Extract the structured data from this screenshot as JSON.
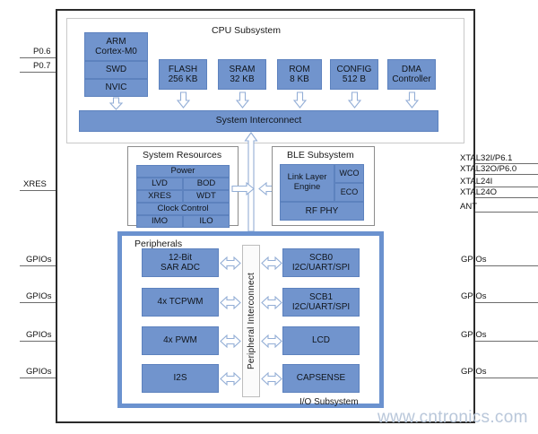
{
  "diagram": {
    "watermark": "www.cntronics.com"
  },
  "cpu_subsystem": {
    "title": "CPU Subsystem",
    "core": {
      "line1": "ARM",
      "line2": "Cortex-M0",
      "swd": "SWD",
      "nvic": "NVIC"
    },
    "memories": [
      {
        "line1": "FLASH",
        "line2": "256 KB"
      },
      {
        "line1": "SRAM",
        "line2": "32 KB"
      },
      {
        "line1": "ROM",
        "line2": "8 KB"
      },
      {
        "line1": "CONFIG",
        "line2": "512 B"
      },
      {
        "line1": "DMA",
        "line2": "Controller"
      }
    ],
    "interconnect": "System Interconnect"
  },
  "system_resources": {
    "title": "System Resources",
    "power": "Power",
    "lvd": "LVD",
    "bod": "BOD",
    "xres": "XRES",
    "wdt": "WDT",
    "clock_control": "Clock Control",
    "imo": "IMO",
    "ilo": "ILO"
  },
  "ble_subsystem": {
    "title": "BLE Subsystem",
    "link_layer_line1": "Link Layer",
    "link_layer_line2": "Engine",
    "wco": "WCO",
    "eco": "ECO",
    "rf_phy": "RF PHY"
  },
  "io_subsystem": {
    "label": "I/O Subsystem",
    "peripherals_title": "Peripherals",
    "peripheral_interconnect": "Peripheral Interconnect",
    "left_blocks": [
      {
        "line1": "12-Bit",
        "line2": "SAR ADC"
      },
      {
        "line1": "4x TCPWM",
        "line2": ""
      },
      {
        "line1": "4x PWM",
        "line2": ""
      },
      {
        "line1": "I2S",
        "line2": ""
      }
    ],
    "right_blocks": [
      {
        "line1": "SCB0",
        "line2": "I2C/UART/SPI"
      },
      {
        "line1": "SCB1",
        "line2": "I2C/UART/SPI"
      },
      {
        "line1": "LCD",
        "line2": ""
      },
      {
        "line1": "CAPSENSE",
        "line2": ""
      }
    ]
  },
  "pins": {
    "left": [
      {
        "label": "P0.6"
      },
      {
        "label": "P0.7"
      },
      {
        "label": "XRES"
      },
      {
        "label": "GPIOs"
      },
      {
        "label": "GPIOs"
      },
      {
        "label": "GPIOs"
      },
      {
        "label": "GPIOs"
      }
    ],
    "right": [
      {
        "label": "XTAL32I/P6.1"
      },
      {
        "label": "XTAL32O/P6.0"
      },
      {
        "label": "XTAL24I"
      },
      {
        "label": "XTAL24O"
      },
      {
        "label": "ANT"
      },
      {
        "label": "GPIOs"
      },
      {
        "label": "GPIOs"
      },
      {
        "label": "GPIOs"
      },
      {
        "label": "GPIOs"
      }
    ]
  },
  "colors": {
    "block_blue": "#7194cd",
    "frame_blue": "#6b92cf",
    "outline": "#2b2b2b",
    "wire": "#6d6d6d",
    "watermark": "#b9c7da"
  }
}
